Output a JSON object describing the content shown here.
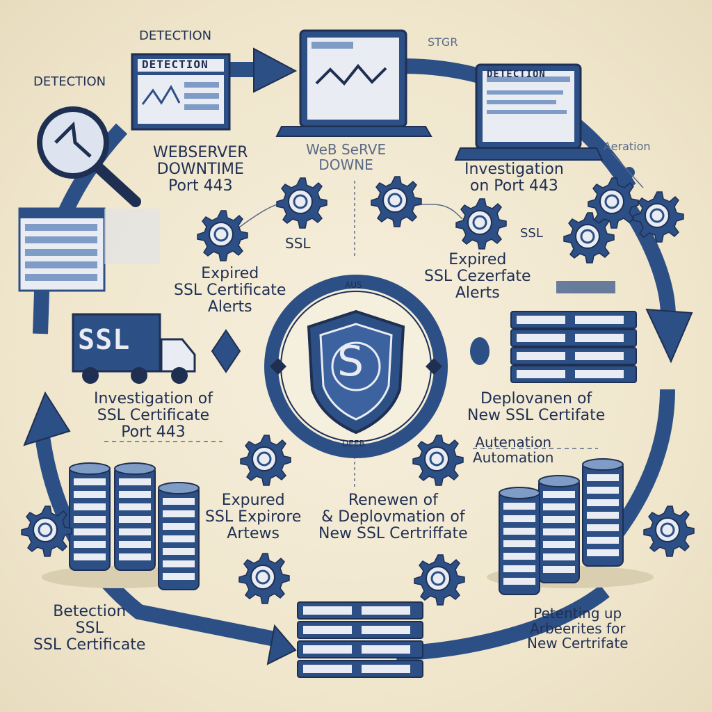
{
  "colors": {
    "primary": "#2c4f85",
    "dark": "#1f2f52",
    "light": "#7f9cc7",
    "panel": "#e9ecf2",
    "background": "#f3ead3"
  },
  "top_left": {
    "title_top": "DETECTION",
    "title_left": "DETECTION",
    "screen_header": "DETECTION",
    "caption": [
      "WEBSERVER",
      "DOWNTIME",
      "Port 443"
    ]
  },
  "top_center": {
    "caption": [
      "WeB SeRVE",
      "DOWNE"
    ],
    "badge_label": "SSL",
    "faint_text": "STGR"
  },
  "top_right": {
    "screen_header": "DETECTION",
    "caption": [
      "Investigation",
      "on Port 443"
    ],
    "badge_label": "SSL",
    "side_text": "Aeration"
  },
  "left_middle": {
    "caption": [
      "Expired",
      "SSL Certificate",
      "Alerts"
    ],
    "truck_label": "SSL"
  },
  "right_middle": {
    "caption": [
      "Expired",
      "SSL Cezerfate",
      "Alerts"
    ]
  },
  "center": {
    "shield_letter": "S",
    "ring_top_text": "AUS",
    "ring_bottom_text": "DEEB"
  },
  "left_lower": {
    "caption": [
      "Investigation of",
      "SSL Certificate",
      "Port 443"
    ]
  },
  "right_lower": {
    "caption": [
      "Deplovanen of",
      "New SSL Certifate"
    ],
    "automation": [
      "Autenation",
      "Automation"
    ]
  },
  "bottom_center": {
    "left_caption": [
      "Expured",
      "SSL Expirore",
      "Artews"
    ],
    "right_caption": [
      "Renewen of",
      "& Deplovmation of",
      "New SSL Certriffate"
    ]
  },
  "bottom_left": {
    "caption": [
      "Betection",
      "SSL",
      "SSL Certificate"
    ]
  },
  "bottom_right": {
    "caption": [
      "Petenting up",
      "Arbeerites for",
      "New Certrifate"
    ]
  }
}
